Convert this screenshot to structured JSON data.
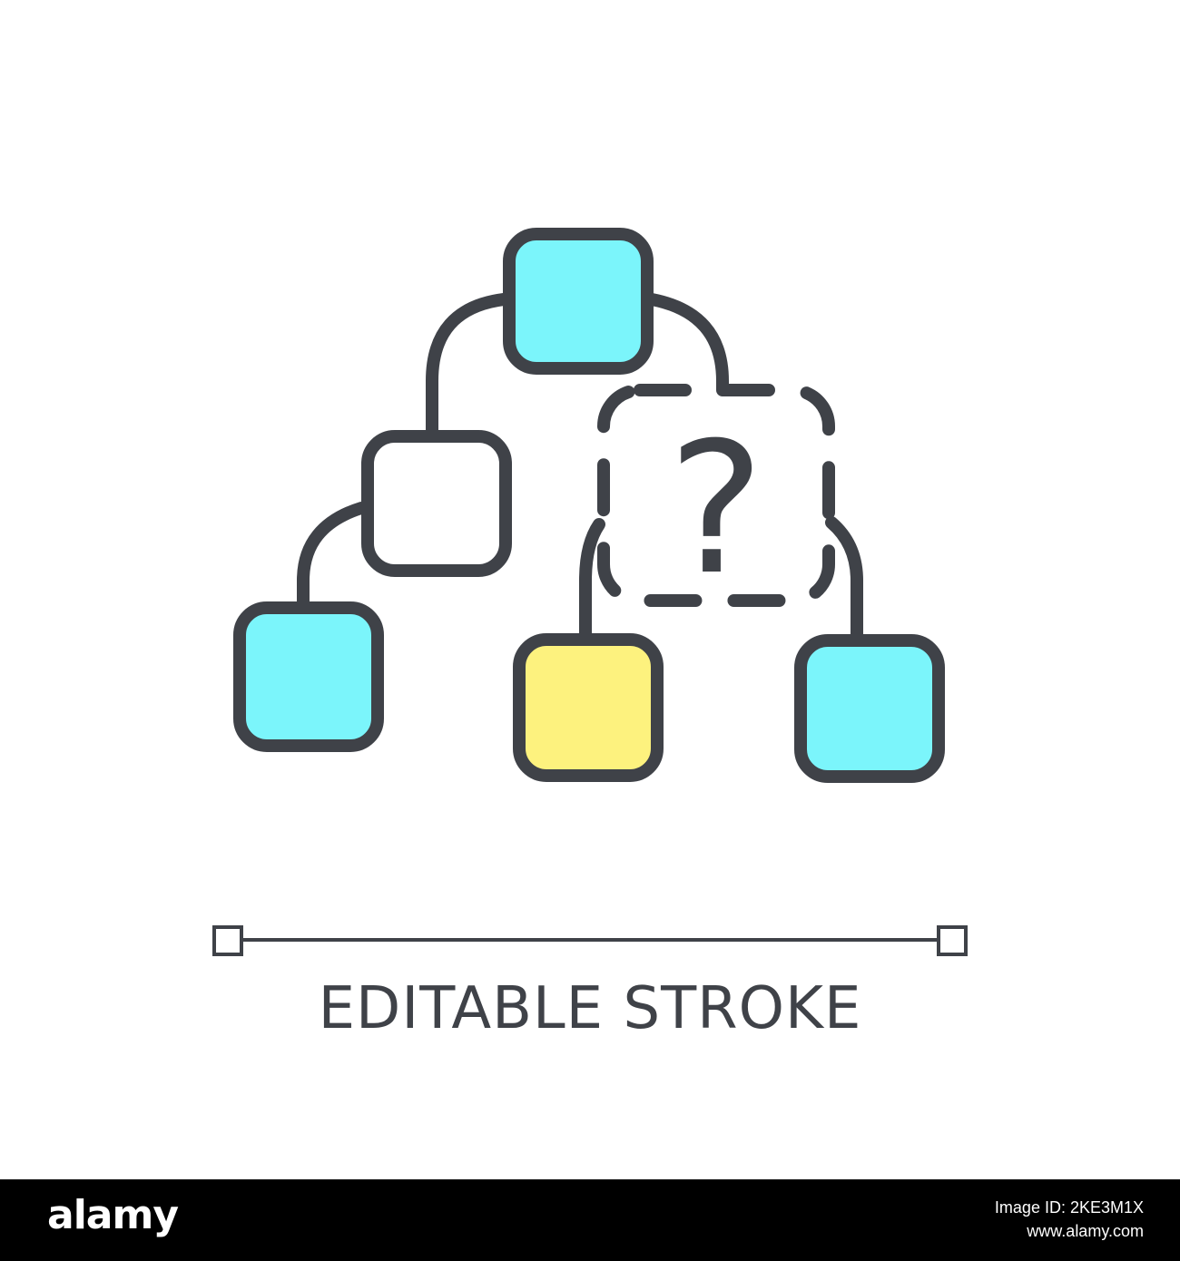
{
  "icon": {
    "colors": {
      "outline": "#3f4248",
      "cyan": "#7bf5fb",
      "white": "#ffffff",
      "yellow": "#fdf27e"
    },
    "nodes": [
      {
        "id": "root",
        "fill": "cyan"
      },
      {
        "id": "left-child",
        "fill": "white"
      },
      {
        "id": "left-leaf",
        "fill": "cyan"
      },
      {
        "id": "middle-leaf",
        "fill": "yellow"
      },
      {
        "id": "right-leaf",
        "fill": "cyan"
      }
    ],
    "unknown_node_symbol": "?"
  },
  "editable_stroke": {
    "label": "EDITABLE STROKE"
  },
  "watermark": {
    "brand": "alamy",
    "lines": [
      "Image ID: 2KE3M1X",
      "www.alamy.com"
    ]
  }
}
